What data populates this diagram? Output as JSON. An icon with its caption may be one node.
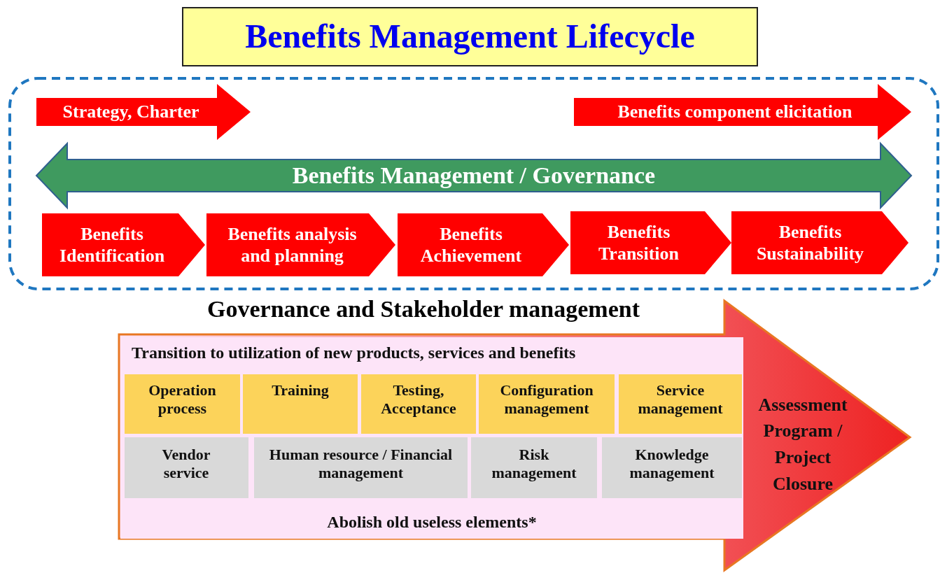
{
  "diagram": {
    "title": "Benefits Management Lifecycle",
    "nodes": [
      {
        "text": [],
        "shape": "box"
      },
      {
        "text": [
          "Strategy, Charter"
        ],
        "in": 0
      },
      {
        "text": [
          "Benefits component elicitation"
        ],
        "in": 0
      },
      {
        "text": [
          "Benefits Management / Governance"
        ],
        "in": 0
      },
      {
        "text": [
          "Benefits Identification"
        ],
        "in": 0
      },
      {
        "text": [
          "Benefits analysis and planning"
        ],
        "in": 0
      },
      {
        "text": [
          "Benefits Achievement"
        ],
        "in": 0
      },
      {
        "text": [
          "Benefits Transition"
        ],
        "in": 0
      },
      {
        "text": [
          "Benefits Sustainability"
        ],
        "in": 0
      },
      {
        "text": [
          "Governance and Stakeholder management"
        ]
      },
      {
        "text": [
          "Transition to utilization of new products, services and benefits",
          "Abolish old useless elements*"
        ],
        "in": 9
      },
      {
        "text": [
          "Operation process"
        ],
        "in": 10
      },
      {
        "text": [
          "Training"
        ],
        "in": 10
      },
      {
        "text": [
          "Testing, Acceptance"
        ],
        "in": 10
      },
      {
        "text": [
          "Configuration management"
        ],
        "in": 10
      },
      {
        "text": [
          "Service management"
        ],
        "in": 10
      },
      {
        "text": [
          "Vendor service"
        ],
        "in": 10
      },
      {
        "text": [
          "Human resource / Financial management"
        ],
        "in": 10
      },
      {
        "text": [
          "Risk management"
        ],
        "in": 10
      },
      {
        "text": [
          "Knowledge management"
        ],
        "in": 10
      },
      {
        "text": [
          "Assessment Program / Project Closure"
        ],
        "in": 9
      }
    ]
  }
}
